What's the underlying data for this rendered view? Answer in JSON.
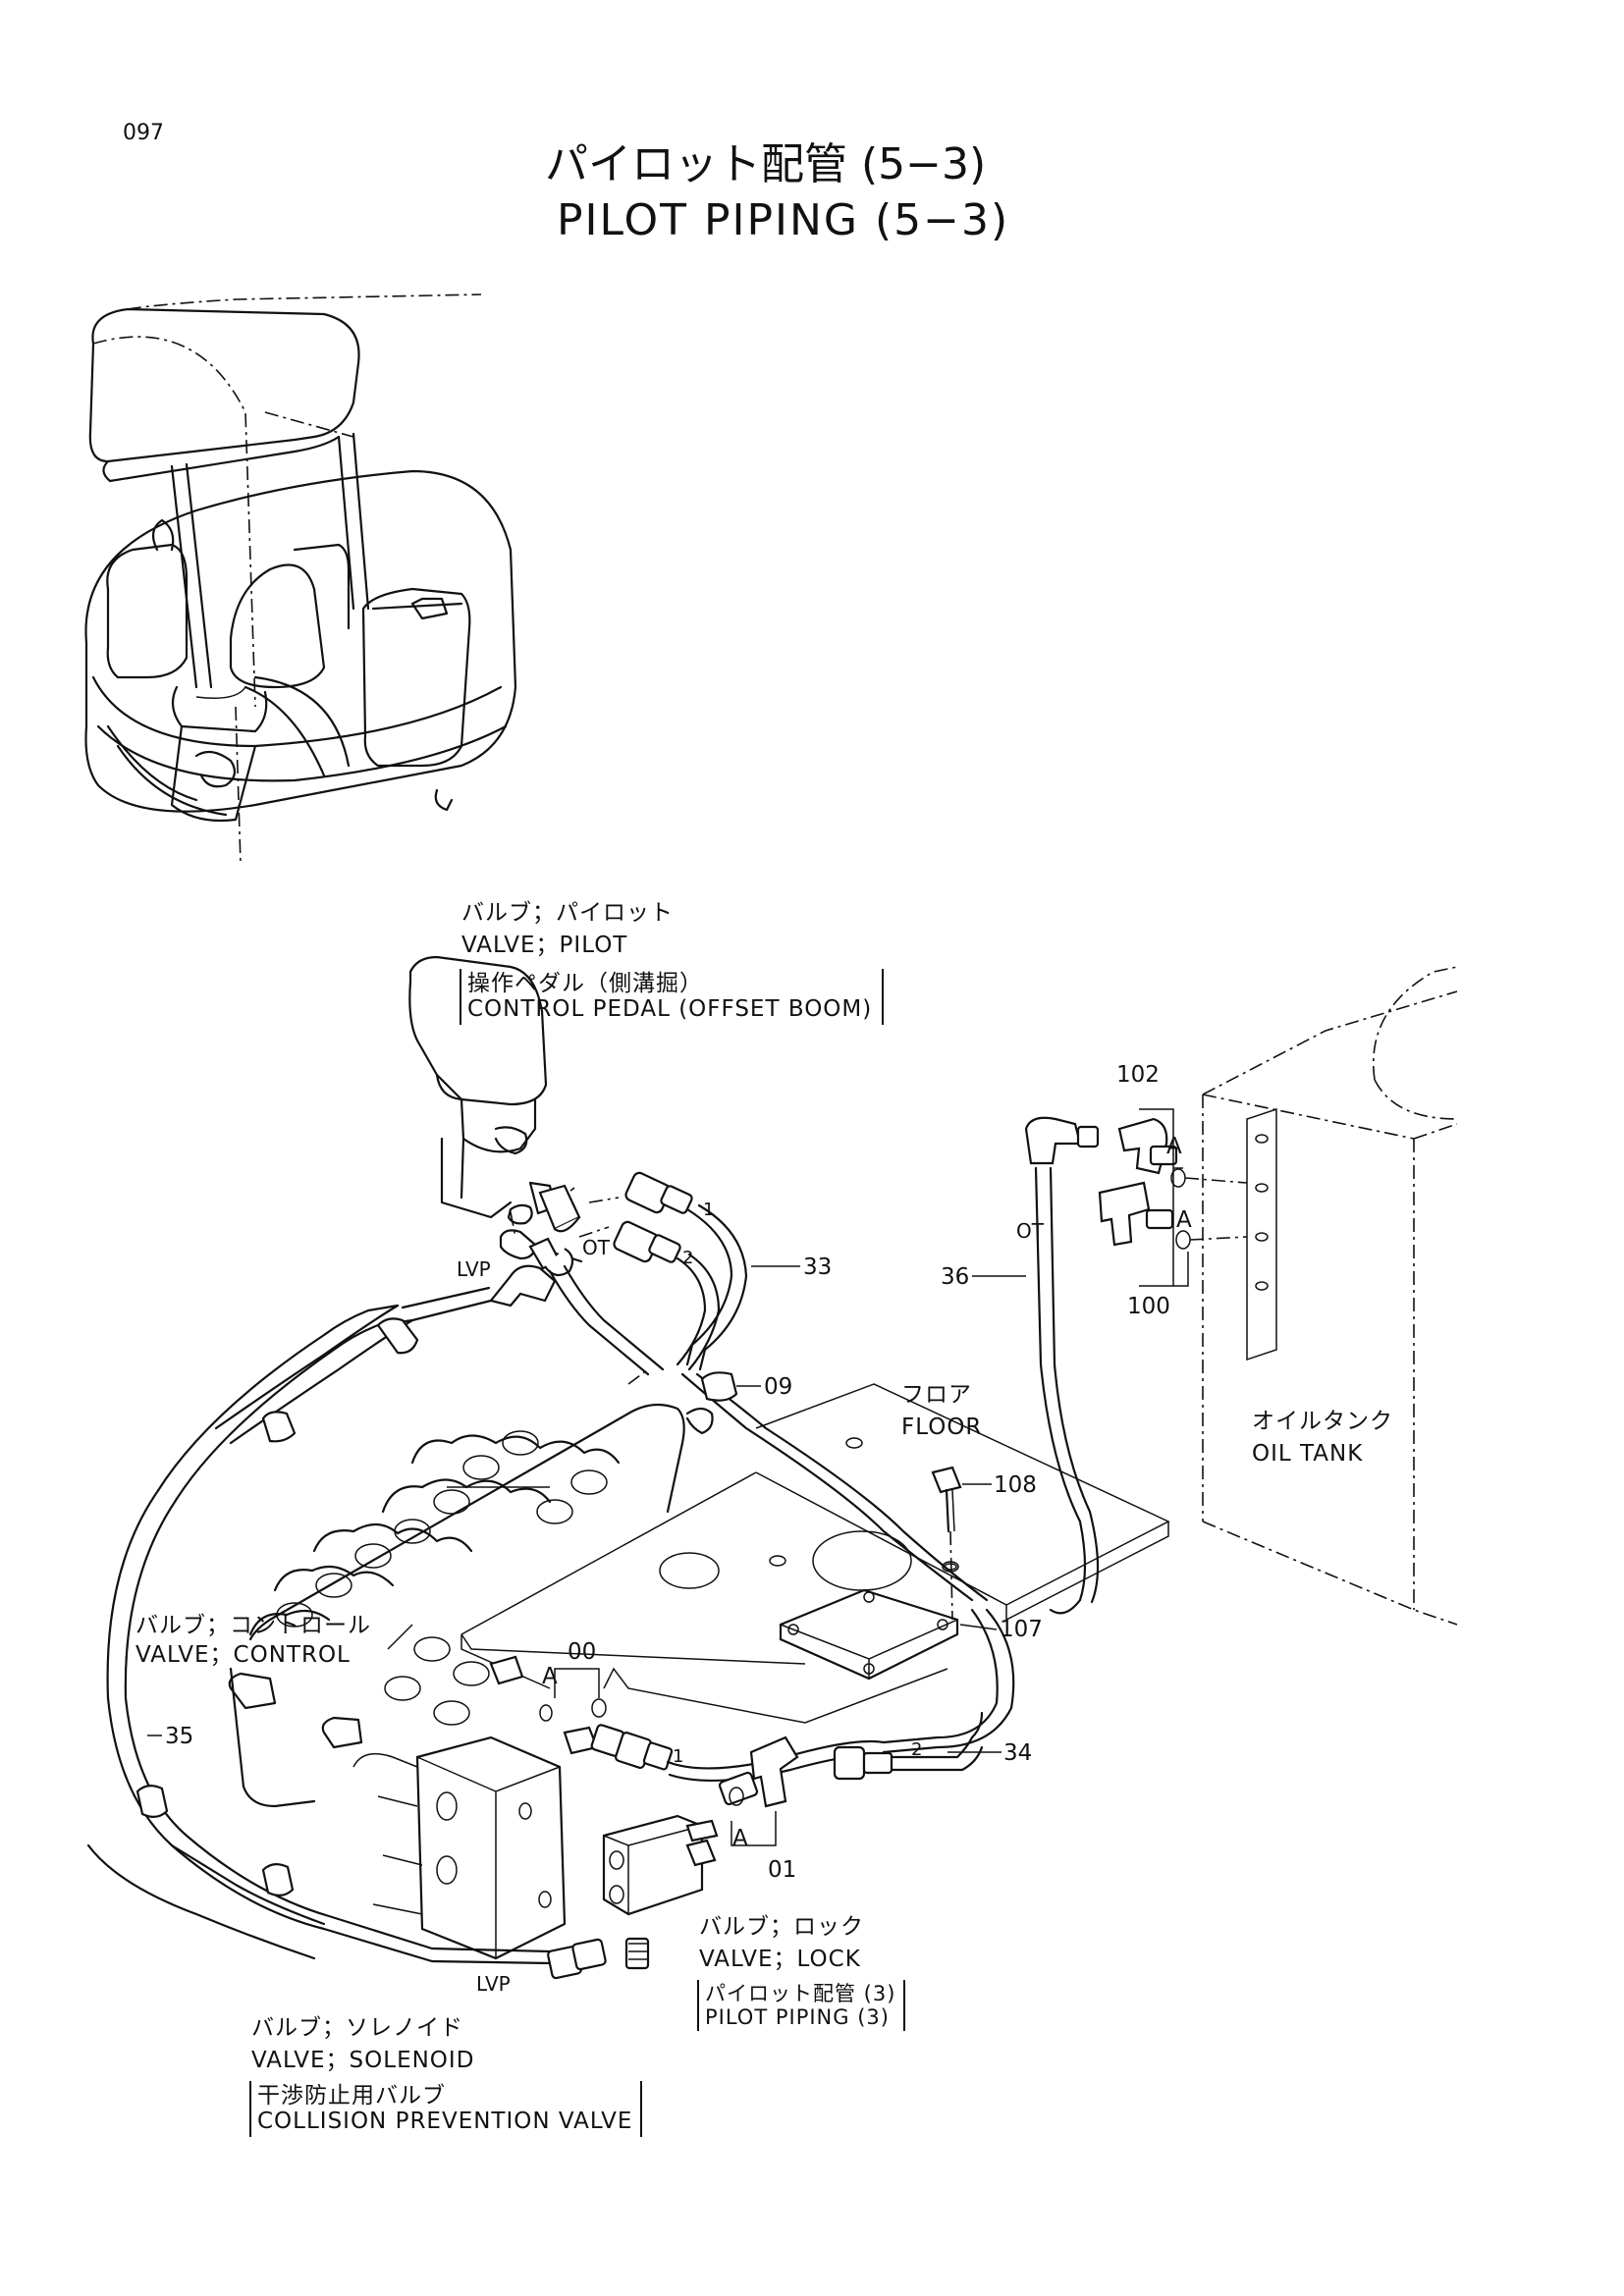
{
  "page": {
    "number": "097",
    "title_ja": "パイロット配管 (5−3)",
    "title_en": "PILOT PIPING (5−3)"
  },
  "labels": {
    "pilot_valve": {
      "ja": "バルブ；パイロット",
      "en": "VALVE；PILOT",
      "note_ja": "操作ペダル（側溝掘）",
      "note_en": "CONTROL PEDAL (OFFSET BOOM)"
    },
    "floor": {
      "ja": "フロア",
      "en": "FLOOR"
    },
    "oil_tank": {
      "ja": "オイルタンク",
      "en": "OIL TANK"
    },
    "control_valve": {
      "ja": "バルブ；コントロール",
      "en": "VALVE；CONTROL"
    },
    "lock_valve": {
      "ja": "バルブ；ロック",
      "en": "VALVE；LOCK",
      "note_ja": "パイロット配管 (3)",
      "note_en": "PILOT PIPING (3)"
    },
    "solenoid_valve": {
      "ja": "バルブ；ソレノイド",
      "en": "VALVE；SOLENOID",
      "note_ja": "干渉防止用バルブ",
      "note_en": "COLLISION PREVENTION VALVE"
    },
    "ot_1": "OT",
    "ot_2": "OT",
    "lvp_1": "LVP",
    "lvp_2": "LVP",
    "a_1": "A",
    "a_2": "A",
    "a_3": "A",
    "a_4": "A"
  },
  "part_numbers": {
    "p102": "102",
    "p100": "100",
    "p36": "36",
    "p33": "33",
    "p09": "09",
    "p108": "108",
    "p107": "107",
    "p00": "00",
    "p35": "35",
    "p34": "34",
    "p01": "01",
    "hose_1a": "1",
    "hose_2a": "2",
    "hose_1b": "1",
    "hose_2b": "2"
  }
}
